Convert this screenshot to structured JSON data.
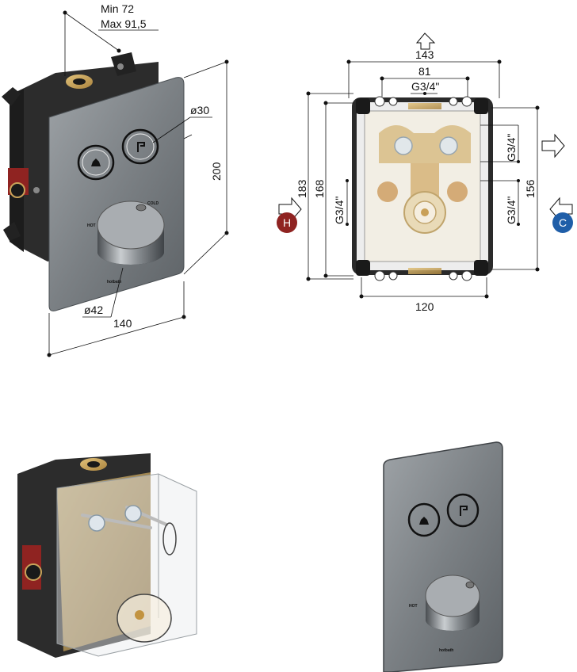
{
  "colors": {
    "hot": "#8f2321",
    "cold": "#1f5ea8",
    "plate": "#7d8286",
    "frame": "#2a2a2a",
    "brass": "#c9a35a"
  },
  "iso": {
    "depth_min": "Min 72",
    "depth_max": "Max 91,5",
    "button_diameter": "ø30",
    "knob_diameter": "ø42",
    "plate_height": "200",
    "plate_width": "140",
    "label_hot": "HOT",
    "label_cold": "COLD",
    "brand": "hotbath"
  },
  "front": {
    "width_outer": "143",
    "width_ports": "81",
    "port_top": "G3/4\"",
    "height_outer": "183",
    "height_inner": "168",
    "port_left": "G3/4\"",
    "port_right_top": "G3/4\"",
    "port_right_bottom": "G3/4\"",
    "height_right": "156",
    "width_bottom": "120",
    "hot_marker": "H",
    "cold_marker": "C"
  },
  "cover": {
    "label_hot": "HOT",
    "brand": "hotbath"
  }
}
